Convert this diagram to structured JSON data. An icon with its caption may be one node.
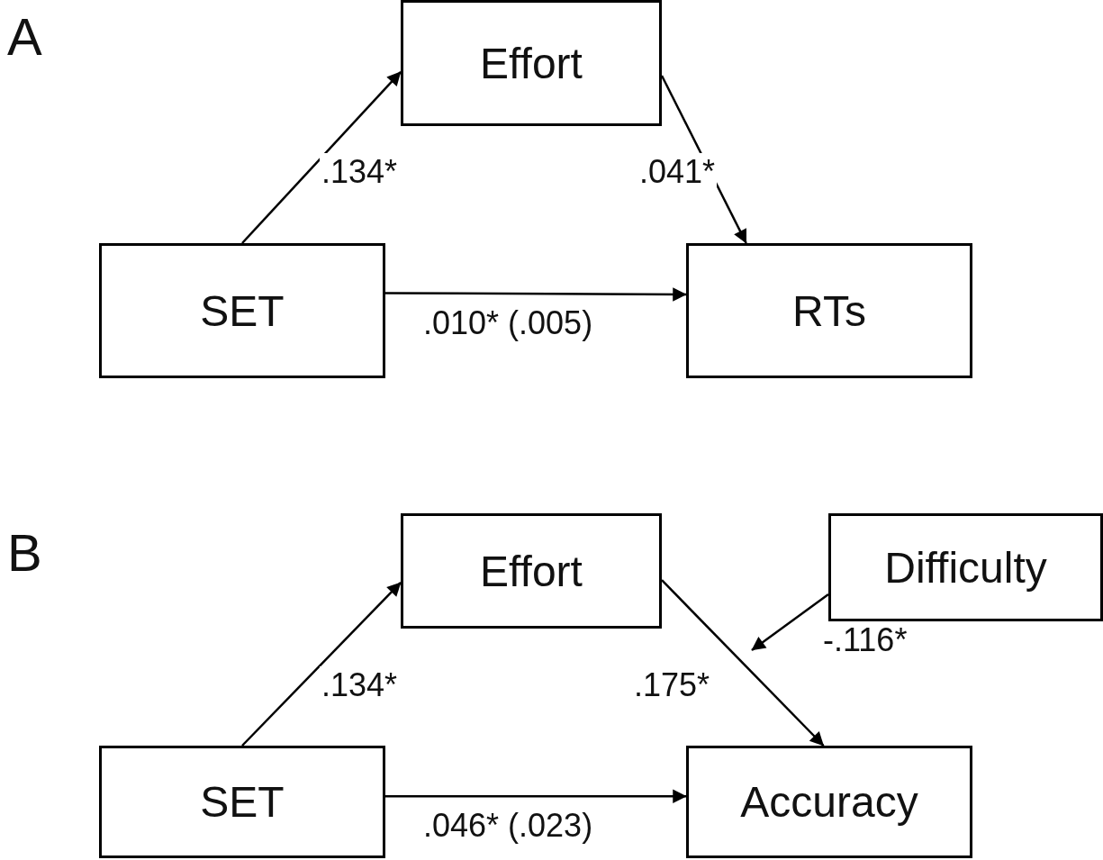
{
  "diagram": {
    "nodes": [
      {
        "text": [
          "Effort"
        ]
      },
      {
        "text": [
          "SET"
        ]
      },
      {
        "text": [
          "RTs"
        ]
      },
      {
        "text": [
          "Difficulty"
        ]
      },
      {
        "text": [
          "Effort"
        ]
      },
      {
        "text": [
          "SET"
        ]
      },
      {
        "text": [
          "Accuracy"
        ]
      }
    ],
    "edges": [
      {
        "from": 1,
        "to": 0,
        "arrow": "to",
        "label": ".134*"
      },
      {
        "from": 0,
        "to": 2,
        "arrow": "to",
        "label": ".041*"
      },
      {
        "from": 1,
        "to": 2,
        "arrow": "to",
        "label": ".010* (.005)"
      },
      {
        "from": 5,
        "to": 4,
        "arrow": "to",
        "label": ".134*"
      },
      {
        "from": 4,
        "to": 6,
        "arrow": "to",
        "label": ".175*"
      },
      {
        "from": 3,
        "to": null,
        "arrow": "to",
        "label": "-.116*"
      },
      {
        "from": 5,
        "to": 6,
        "arrow": "to",
        "label": ".046* (.023)"
      }
    ],
    "labels": [
      "A",
      "B"
    ]
  }
}
